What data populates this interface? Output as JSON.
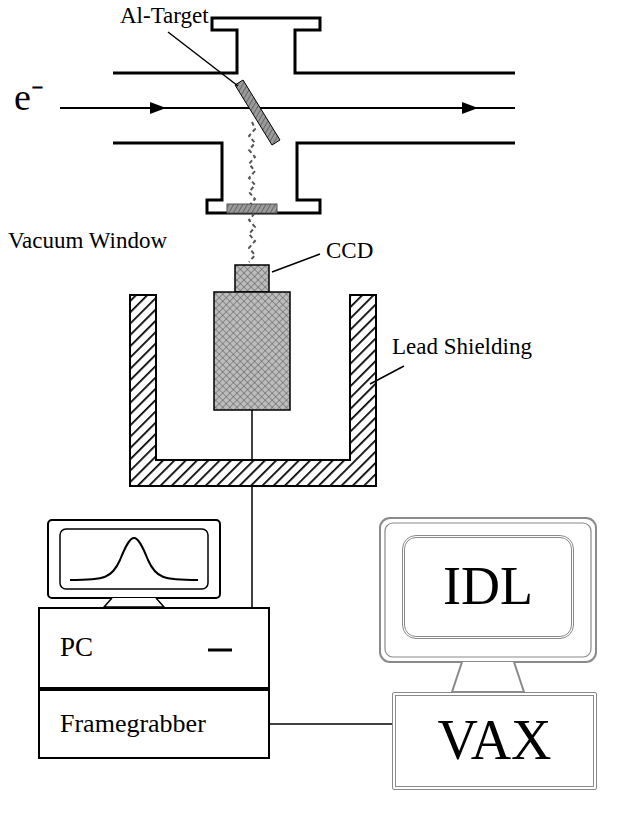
{
  "diagram": {
    "nodes": [
      {
        "text": [
          "PC"
        ]
      },
      {
        "text": [
          "Framegrabber"
        ]
      },
      {
        "text": [
          "IDL"
        ]
      },
      {
        "text": [
          "VAX"
        ]
      }
    ],
    "edges": [
      {
        "from": 1,
        "to": 3,
        "arrow": "none"
      }
    ],
    "labels": [
      "Al-Target",
      "e⁻",
      "Vacuum Window",
      "CCD",
      "Lead Shielding"
    ]
  }
}
